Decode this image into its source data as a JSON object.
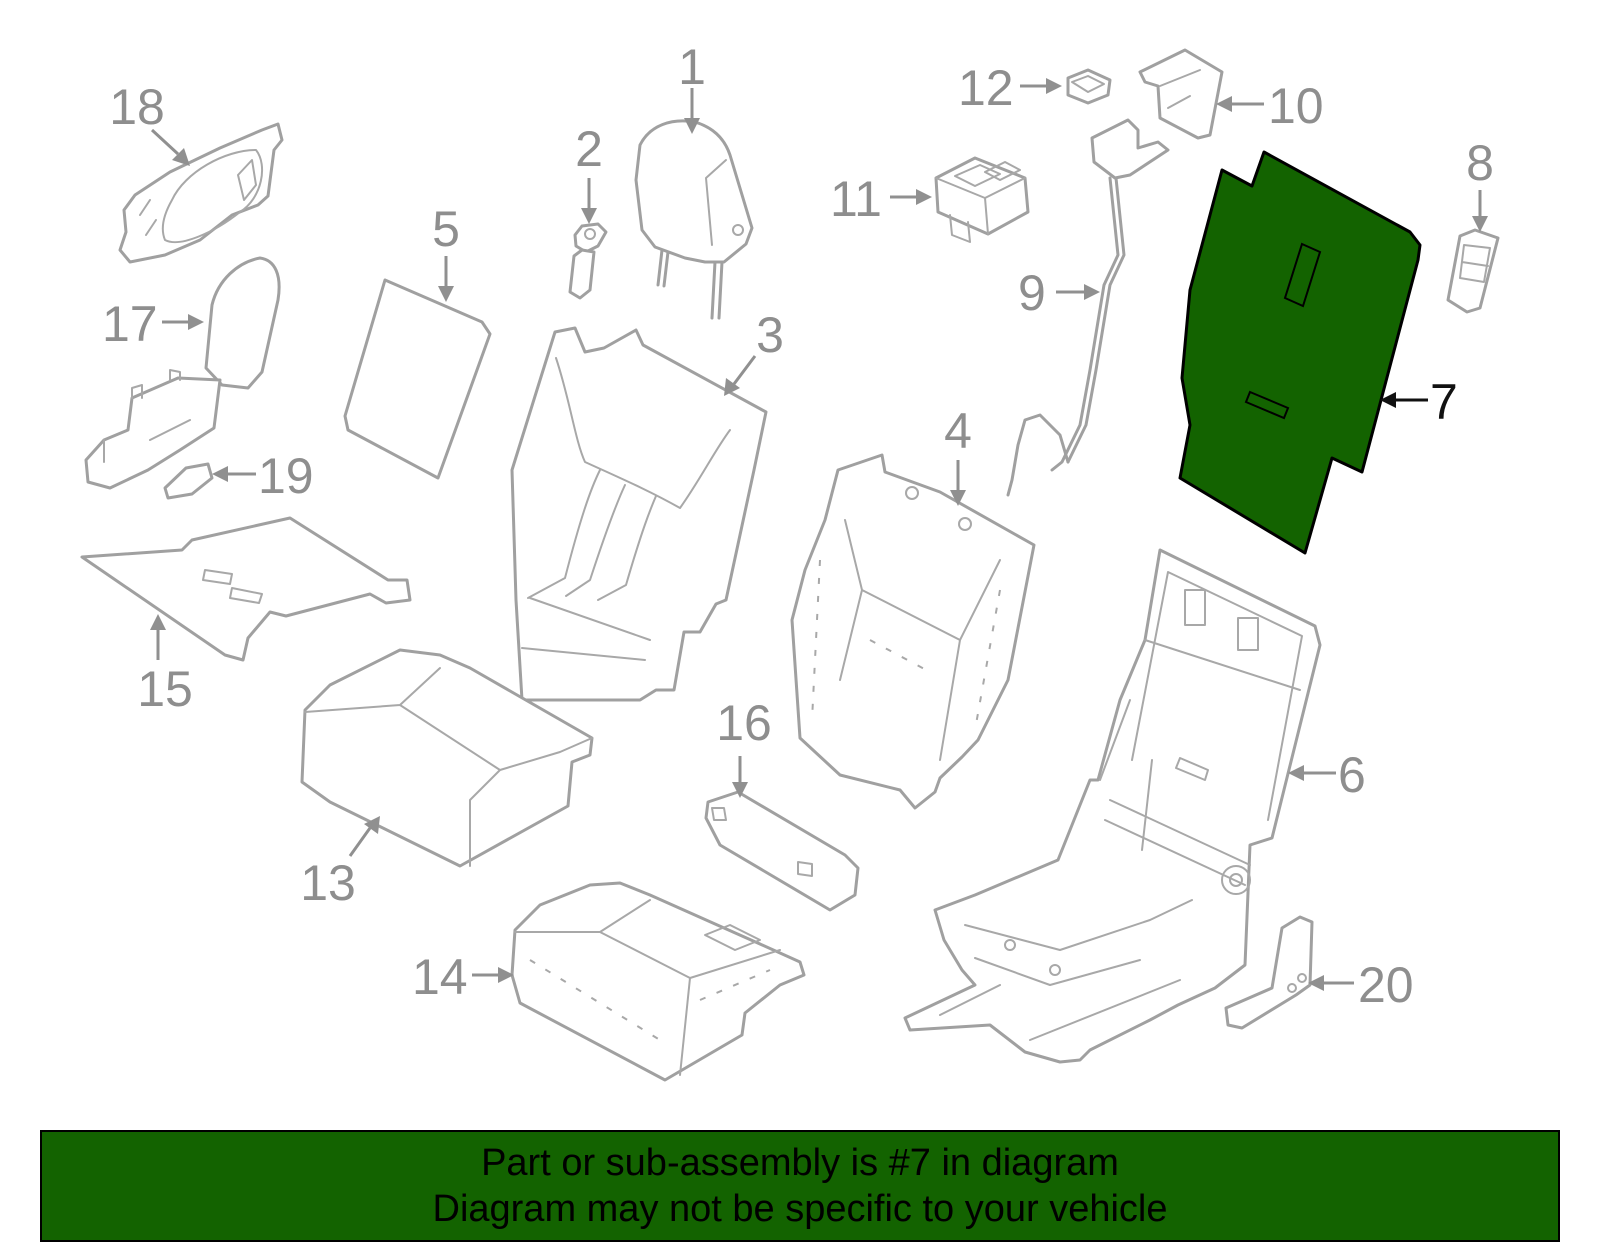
{
  "colors": {
    "highlight": "#136300",
    "banner": "#136300",
    "part_stroke": "#a0a0a0",
    "callout": "#8e8e8e",
    "selected_callout": "#111111"
  },
  "callouts": {
    "c1": "1",
    "c2": "2",
    "c3": "3",
    "c4": "4",
    "c5": "5",
    "c6": "6",
    "c7": "7",
    "c8": "8",
    "c9": "9",
    "c10": "10",
    "c11": "11",
    "c12": "12",
    "c13": "13",
    "c14": "14",
    "c15": "15",
    "c16": "16",
    "c17": "17",
    "c18": "18",
    "c19": "19",
    "c20": "20"
  },
  "banner": {
    "line1": "Part or sub-assembly is #7 in diagram",
    "line2": "Diagram may not be specific to your vehicle"
  }
}
